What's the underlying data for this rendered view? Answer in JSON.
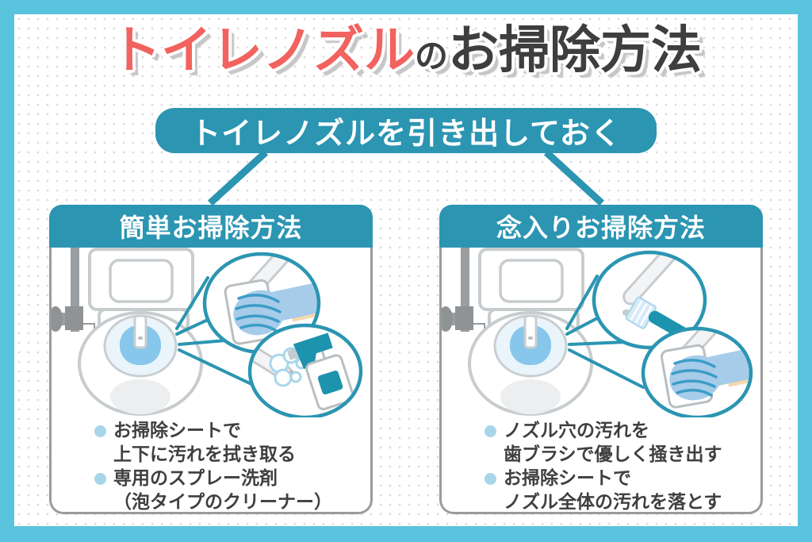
{
  "title": {
    "highlight": "トイレノズル",
    "particle": "の",
    "rest": "お掃除方法"
  },
  "banner": {
    "label": "トイレノズルを引き出しておく"
  },
  "panels": [
    {
      "header": "簡単お掃除方法",
      "bullets": [
        {
          "line1": "お掃除シートで",
          "line2": "上下に汚れを拭き取る"
        },
        {
          "line1": "専用のスプレー洗剤",
          "line2": "（泡タイプのクリーナー）"
        }
      ],
      "icons": [
        "toilet-top-view",
        "wipe-sheet-hand",
        "spray-bottle-foam"
      ]
    },
    {
      "header": "念入りお掃除方法",
      "bullets": [
        {
          "line1": "ノズル穴の汚れを",
          "line2": "歯ブラシで優しく掻き出す"
        },
        {
          "line1": "お掃除シートで",
          "line2": "ノズル全体の汚れを落とす"
        }
      ],
      "icons": [
        "toilet-top-view",
        "toothbrush-nozzle",
        "wipe-sheet-hand"
      ]
    }
  ],
  "colors": {
    "frame_blue": "#5AC3DD",
    "accent_teal": "#2B95B2",
    "title_red": "#F2625E",
    "text_dark": "#3F3F3F",
    "bullet_dot_blue": "#A7D6EA",
    "water_blue": "#87C7EB",
    "glove_blue": "#A6CCE9",
    "panel_border_gray": "#9B9B9B"
  }
}
